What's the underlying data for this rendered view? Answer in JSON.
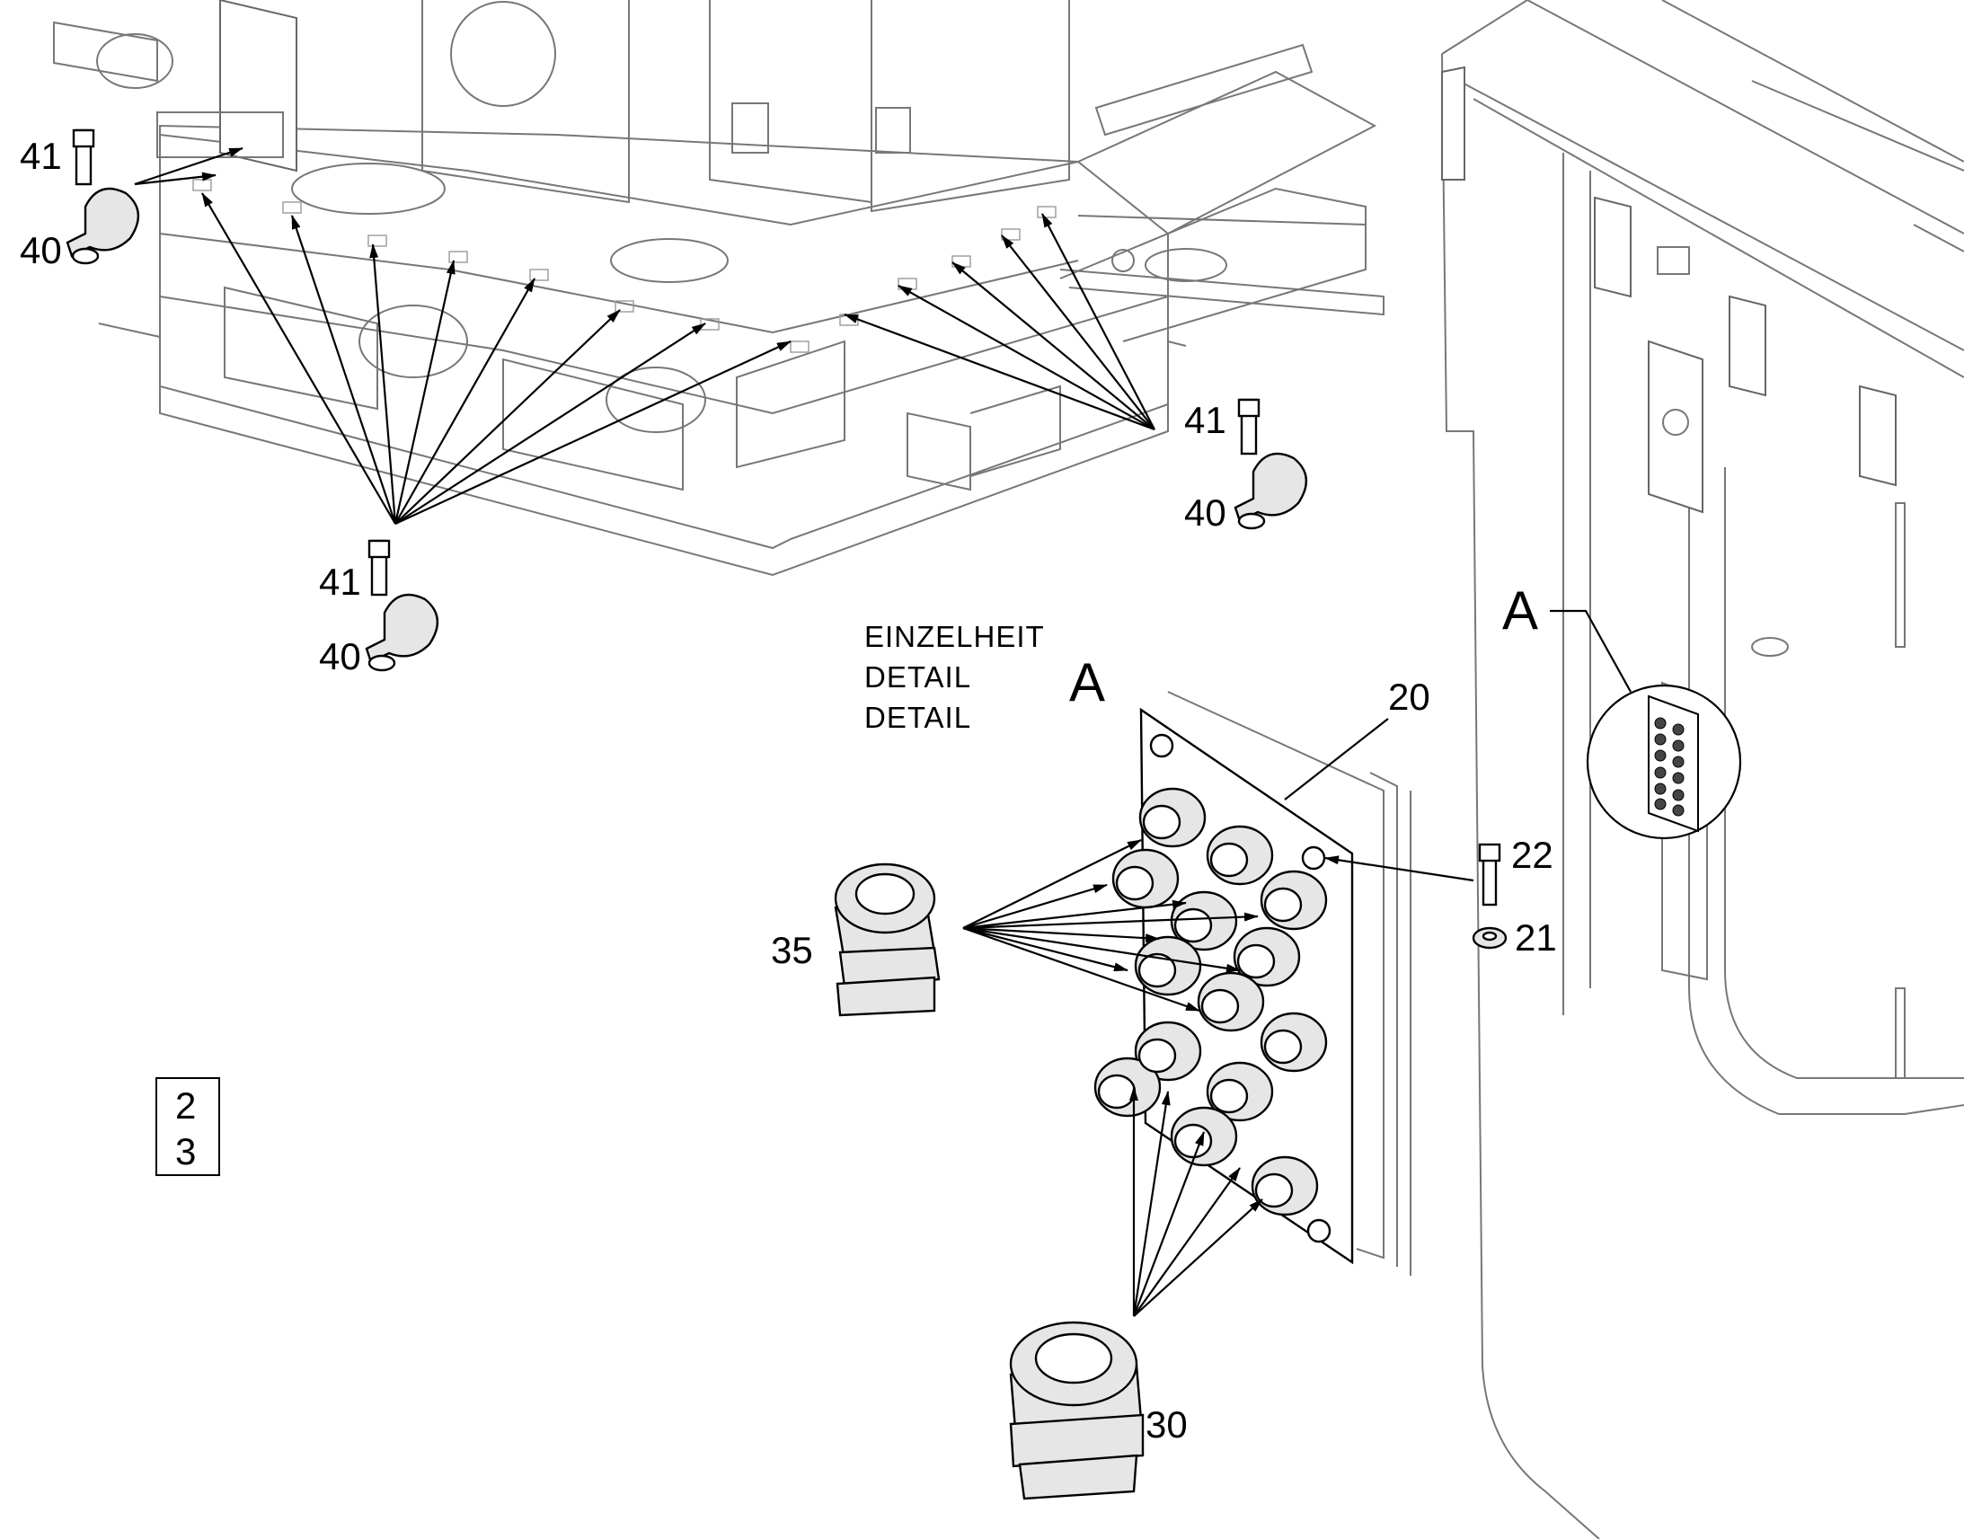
{
  "drawing": {
    "detail_heading_lines": [
      "EINZELHEIT",
      "DETAIL",
      "DETAIL"
    ],
    "detail_letter": "A",
    "page_box": [
      "2",
      "3"
    ]
  },
  "callouts": {
    "screw_top_left": "41",
    "clamp_top_left": "40",
    "screw_right": "41",
    "clamp_right": "40",
    "screw_bottom": "41",
    "clamp_bottom": "40",
    "plate": "20",
    "bolt": "22",
    "washer": "21",
    "gland_small": "35",
    "gland_large": "30"
  }
}
